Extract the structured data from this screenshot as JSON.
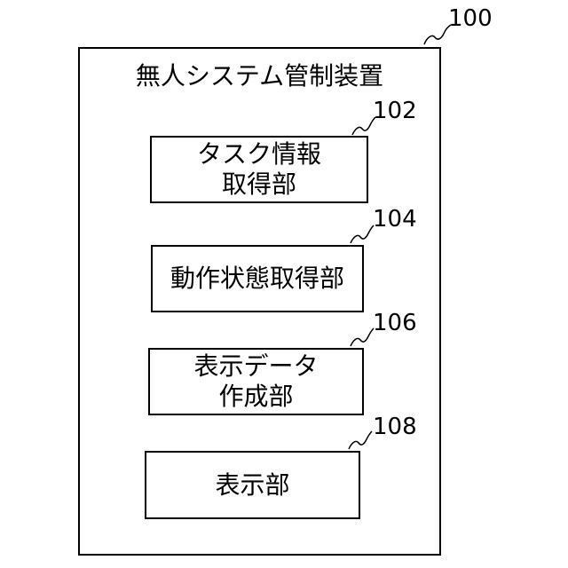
{
  "device": {
    "title": "無人システム管制装置",
    "ref": "100"
  },
  "blocks": [
    {
      "lines": [
        "タスク情報",
        "取得部"
      ],
      "ref": "102"
    },
    {
      "lines": [
        "動作状態取得部"
      ],
      "ref": "104"
    },
    {
      "lines": [
        "表示データ",
        "作成部"
      ],
      "ref": "106"
    },
    {
      "lines": [
        "表示部"
      ],
      "ref": "108"
    }
  ]
}
